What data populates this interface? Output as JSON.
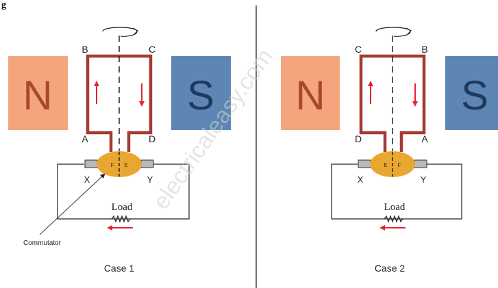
{
  "top_fragment": "g",
  "watermark": "electricaleasy.com",
  "colors": {
    "north_pole": "#F4A57E",
    "north_text": "#A9482A",
    "south_pole": "#5E86B4",
    "south_text": "#1E3A5F",
    "coil": "#A53A35",
    "commutator": "#E9A631",
    "arrow_red": "#E8222B",
    "divider": "#444444"
  },
  "case1": {
    "pole_left": "N",
    "pole_right": "S",
    "corners": {
      "top_left": "B",
      "top_right": "C",
      "bottom_left": "A",
      "bottom_right": "D"
    },
    "segments": {
      "left": "F",
      "right": "E"
    },
    "brushes": {
      "left": "X",
      "right": "Y"
    },
    "load_label": "Load",
    "commutator_label": "Commutator",
    "caption": "Case 1"
  },
  "case2": {
    "pole_left": "N",
    "pole_right": "S",
    "corners": {
      "top_left": "C",
      "top_right": "B",
      "bottom_left": "D",
      "bottom_right": "A"
    },
    "segments": {
      "left": "E",
      "right": "F"
    },
    "brushes": {
      "left": "X",
      "right": "Y"
    },
    "load_label": "Load",
    "caption": "Case 2"
  }
}
